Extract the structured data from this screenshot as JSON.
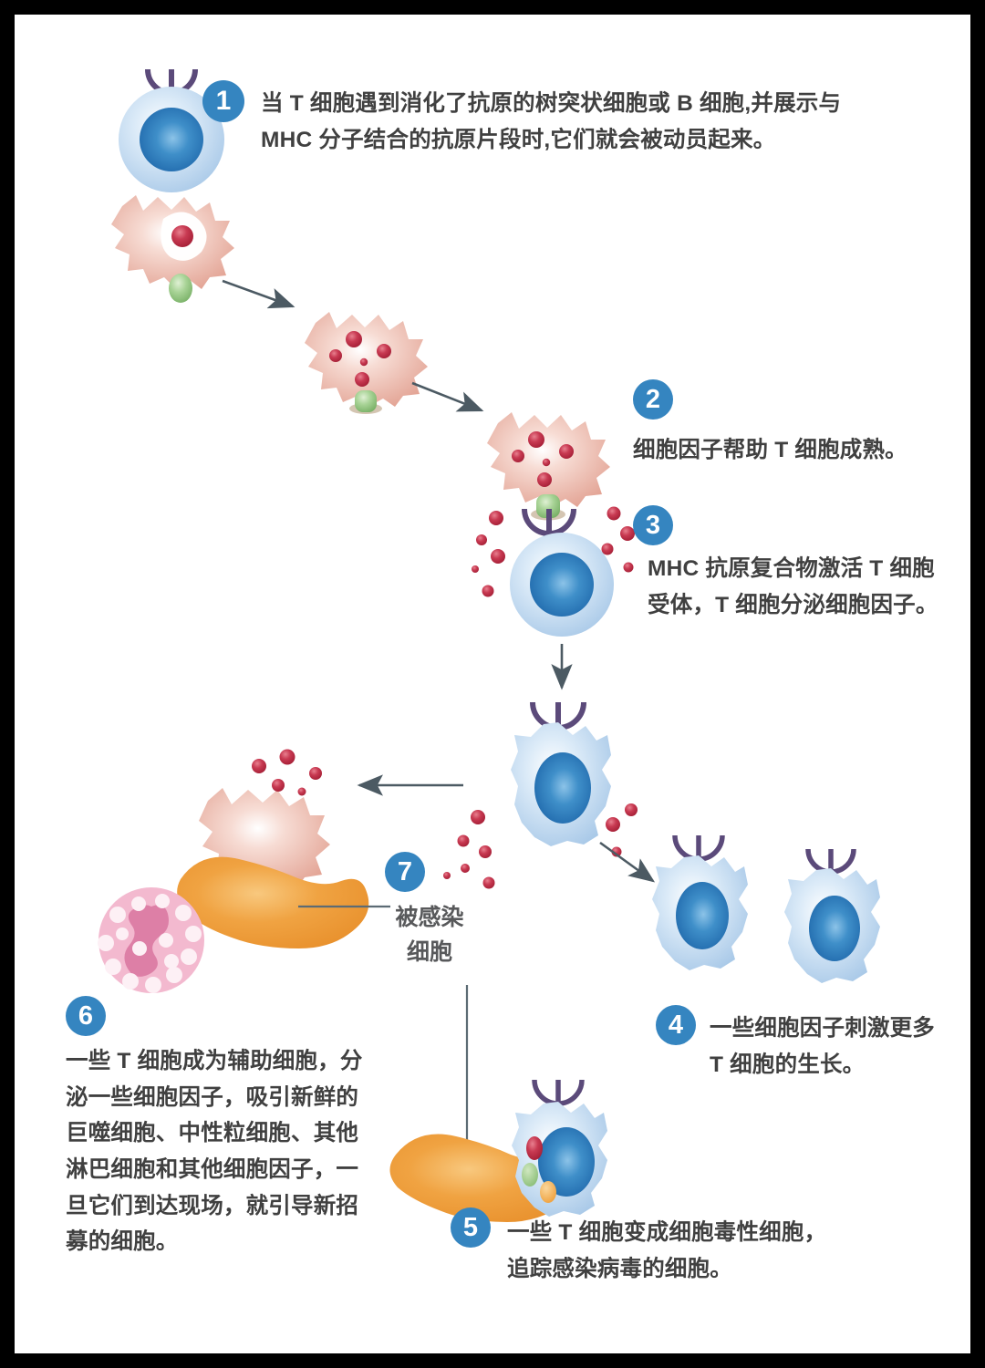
{
  "figure": {
    "title_hidden": "T cell activation pathway",
    "accent_blue": "#3585c0",
    "cell_blue": "#c3dcf0",
    "nucleus_blue": "#2c7fc0",
    "dendritic_salmon": "#edb4a6",
    "antigen_red": "#c9334a",
    "mhc_green": "#9ecf8f",
    "macrophage_orange": "#f0a342",
    "neutrophil_pink": "#f3b9cf",
    "receptor_purple": "#5b4a7a",
    "arrow_gray": "#4c5a63",
    "text_gray": "#404040"
  },
  "steps": [
    {
      "number": "1",
      "text": "当 T 细胞遇到消化了抗原的树突状细胞或 B 细胞,并展示与 MHC 分子结合的抗原片段时,它们就会被动员起来。"
    },
    {
      "number": "2",
      "text": "细胞因子帮助 T 细胞成熟。"
    },
    {
      "number": "3",
      "text": "MHC 抗原复合物激活 T 细胞受体，T 细胞分泌细胞因子。"
    },
    {
      "number": "4",
      "text": "一些细胞因子刺激更多 T 细胞的生长。"
    },
    {
      "number": "5",
      "text": "一些 T 细胞变成细胞毒性细胞，追踪感染病毒的细胞。"
    },
    {
      "number": "6",
      "text": "一些 T 细胞成为辅助细胞，分泌一些细胞因子，吸引新鲜的巨噬细胞、中性粒细胞、其他淋巴细胞和其他细胞因子，一旦它们到达现场，就引导新招募的细胞。"
    },
    {
      "number": "7",
      "label_line1": "被感染",
      "label_line2": "细胞"
    }
  ],
  "step1_lines": [
    "当 T 细胞遇到消化了抗原的树突状细胞或 B 细胞,并展示与",
    "MHC 分子结合的抗原片段时,它们就会被动员起来。"
  ],
  "step3_lines": [
    "MHC 抗原复合物激活 T 细胞",
    "受体，T 细胞分泌细胞因子。"
  ],
  "step4_lines": [
    "一些细胞因子刺激更多",
    "T 细胞的生长。"
  ],
  "step5_lines": [
    "一些 T 细胞变成细胞毒性细胞，",
    "追踪感染病毒的细胞。"
  ],
  "step6_lines": [
    "一些 T 细胞成为辅助细胞，分",
    "泌一些细胞因子，吸引新鲜的",
    "巨噬细胞、中性粒细胞、其他",
    "淋巴细胞和其他细胞因子，一",
    "旦它们到达现场，就引导新招",
    "募的细胞。"
  ],
  "step2_text": "细胞因子帮助 T 细胞成熟。"
}
